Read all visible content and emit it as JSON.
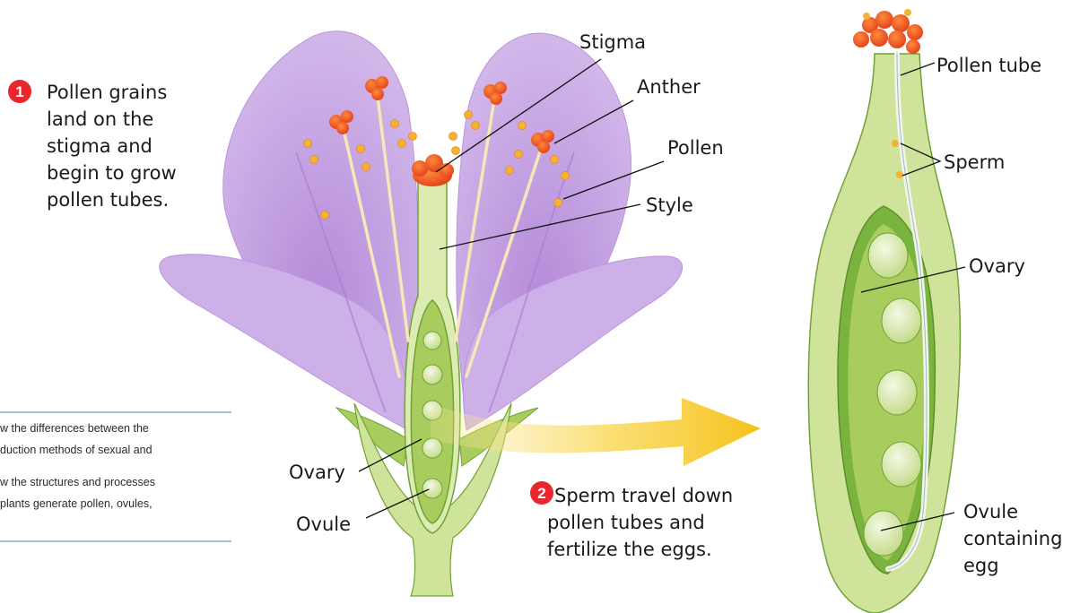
{
  "colors": {
    "petal": "#c7a6e2",
    "petal_vein": "#a77ccf",
    "green_light": "#dcebb2",
    "green_mid": "#a9cc5e",
    "green_dark": "#6fa335",
    "anther": "#f0541c",
    "pollen": "#f6b233",
    "filament": "#f6e7b8",
    "arrow": "#f6c21c",
    "step_marker": "#e8262d",
    "rule_blue": "#4a7fc1"
  },
  "steps": [
    {
      "number": "1",
      "lines": [
        "Pollen grains",
        "land on the",
        "stigma and",
        "begin to grow",
        "pollen tubes."
      ]
    },
    {
      "number": "2",
      "lines": [
        "Sperm travel down",
        "pollen tubes and",
        "fertilize the eggs."
      ]
    }
  ],
  "flower_labels": {
    "stigma": "Stigma",
    "anther": "Anther",
    "pollen": "Pollen",
    "style": "Style",
    "ovary": "Ovary",
    "ovule": "Ovule"
  },
  "pistil_labels": {
    "pollen_tube": "Pollen tube",
    "sperm": "Sperm",
    "ovary": "Ovary",
    "ovule_lines": [
      "Ovule",
      "containing",
      "egg"
    ]
  },
  "sidebar_lines": [
    "w the differences between the",
    "duction methods of sexual and",
    "",
    "w the structures and processes",
    "plants generate pollen, ovules,"
  ]
}
